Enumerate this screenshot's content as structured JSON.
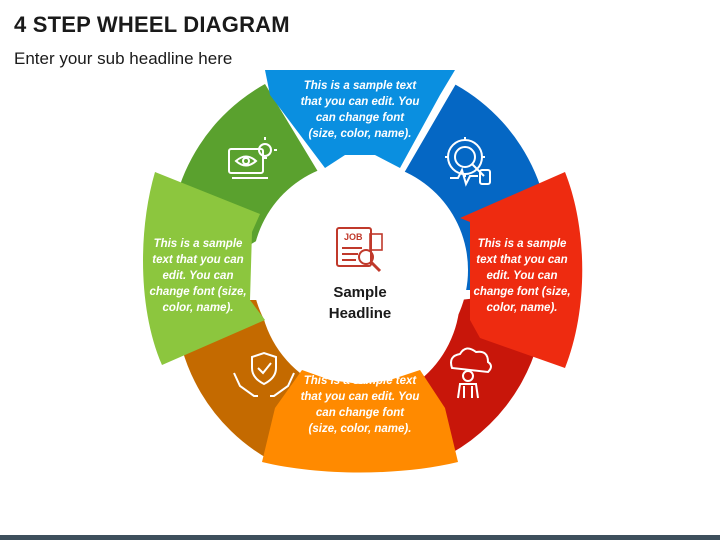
{
  "header": {
    "title": "4 STEP WHEEL DIAGRAM",
    "subtitle": "Enter your sub headline here"
  },
  "center": {
    "headline": "Sample Headline",
    "icon": "job-search-icon"
  },
  "blocks": [
    {
      "id": "top",
      "text": "This is a sample text that you can edit. You can change font (size, color, name).",
      "color": "#0a8fe0"
    },
    {
      "id": "right",
      "text": "This is a sample text that you can edit. You can change font (size, color, name).",
      "color": "#ee2b10"
    },
    {
      "id": "bottom",
      "text": "This is a sample text that you can edit. You can change font (size, color, name).",
      "color": "#ff8a00"
    },
    {
      "id": "left",
      "text": "This is a sample text that you can edit. You can change font (size, color, name).",
      "color": "#8cc63e"
    }
  ],
  "wheel_segments": [
    {
      "id": "top-right",
      "color": "#0567c4",
      "icon": "gear-magnifier-icon"
    },
    {
      "id": "bottom-right",
      "color": "#c8160a",
      "icon": "person-cloud-icon"
    },
    {
      "id": "bottom-left",
      "color": "#c46a00",
      "icon": "shield-hands-icon"
    },
    {
      "id": "top-left",
      "color": "#5aa12e",
      "icon": "eye-document-icon"
    }
  ]
}
